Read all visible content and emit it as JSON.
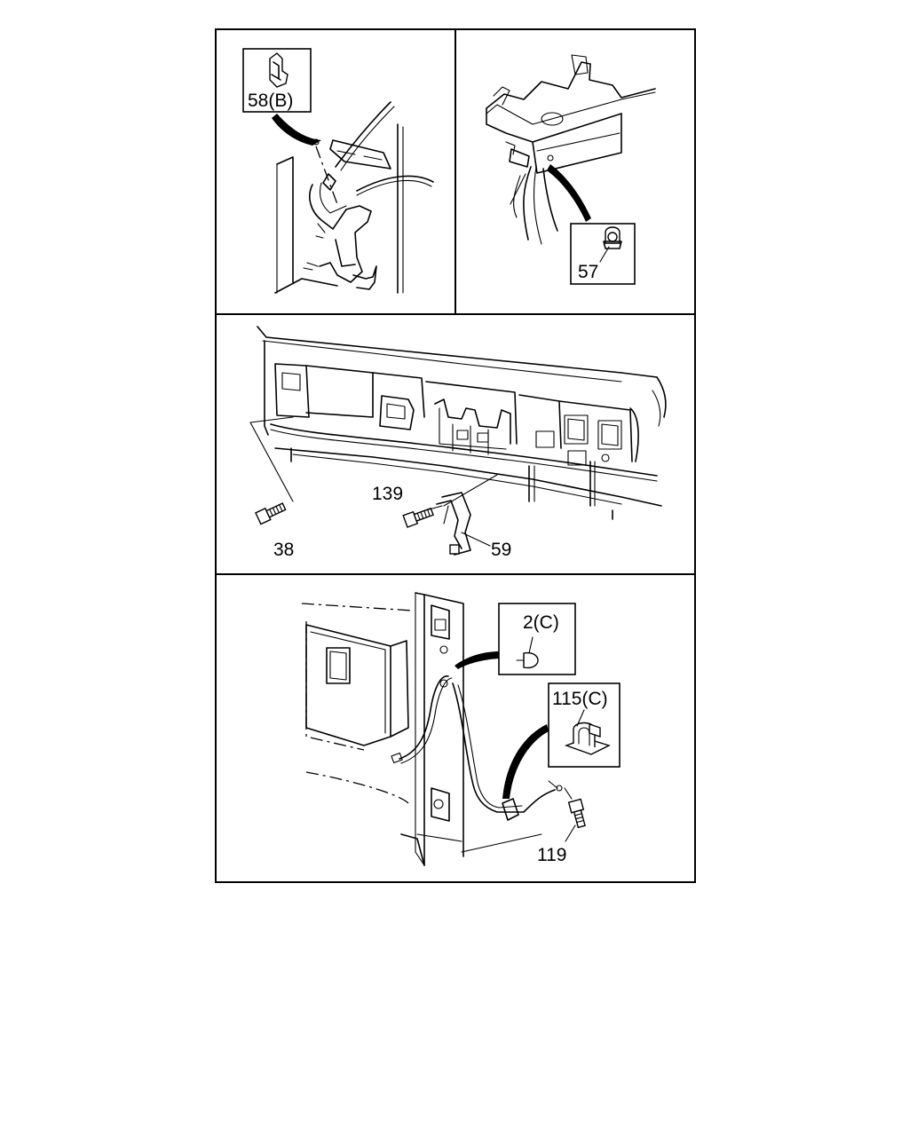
{
  "callouts": {
    "p58b": "58(B)",
    "p57": "57",
    "p139": "139",
    "p38": "38",
    "p59": "59",
    "p2c": "2(C)",
    "p115c": "115(C)",
    "p119": "119"
  }
}
